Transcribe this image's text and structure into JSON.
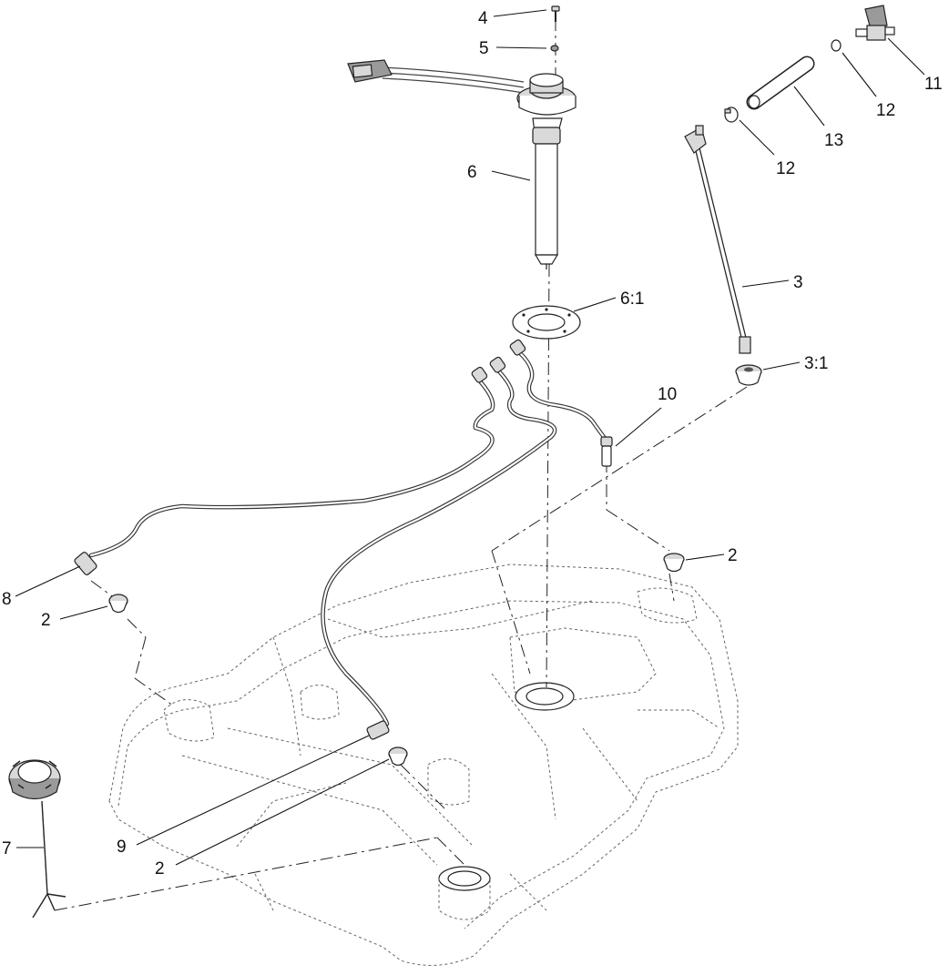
{
  "callouts": [
    {
      "id": "c4",
      "label": "4"
    },
    {
      "id": "c5",
      "label": "5"
    },
    {
      "id": "c6",
      "label": "6"
    },
    {
      "id": "c11",
      "label": "11"
    },
    {
      "id": "c12a",
      "label": "12"
    },
    {
      "id": "c13",
      "label": "13"
    },
    {
      "id": "c12b",
      "label": "12"
    },
    {
      "id": "c6_1",
      "label": "6:1"
    },
    {
      "id": "c3",
      "label": "3"
    },
    {
      "id": "c3_1",
      "label": "3:1"
    },
    {
      "id": "c10",
      "label": "10"
    },
    {
      "id": "c2a",
      "label": "2"
    },
    {
      "id": "c8",
      "label": "8"
    },
    {
      "id": "c2b",
      "label": "2"
    },
    {
      "id": "c9",
      "label": "9"
    },
    {
      "id": "c2c",
      "label": "2"
    },
    {
      "id": "c7",
      "label": "7"
    }
  ]
}
